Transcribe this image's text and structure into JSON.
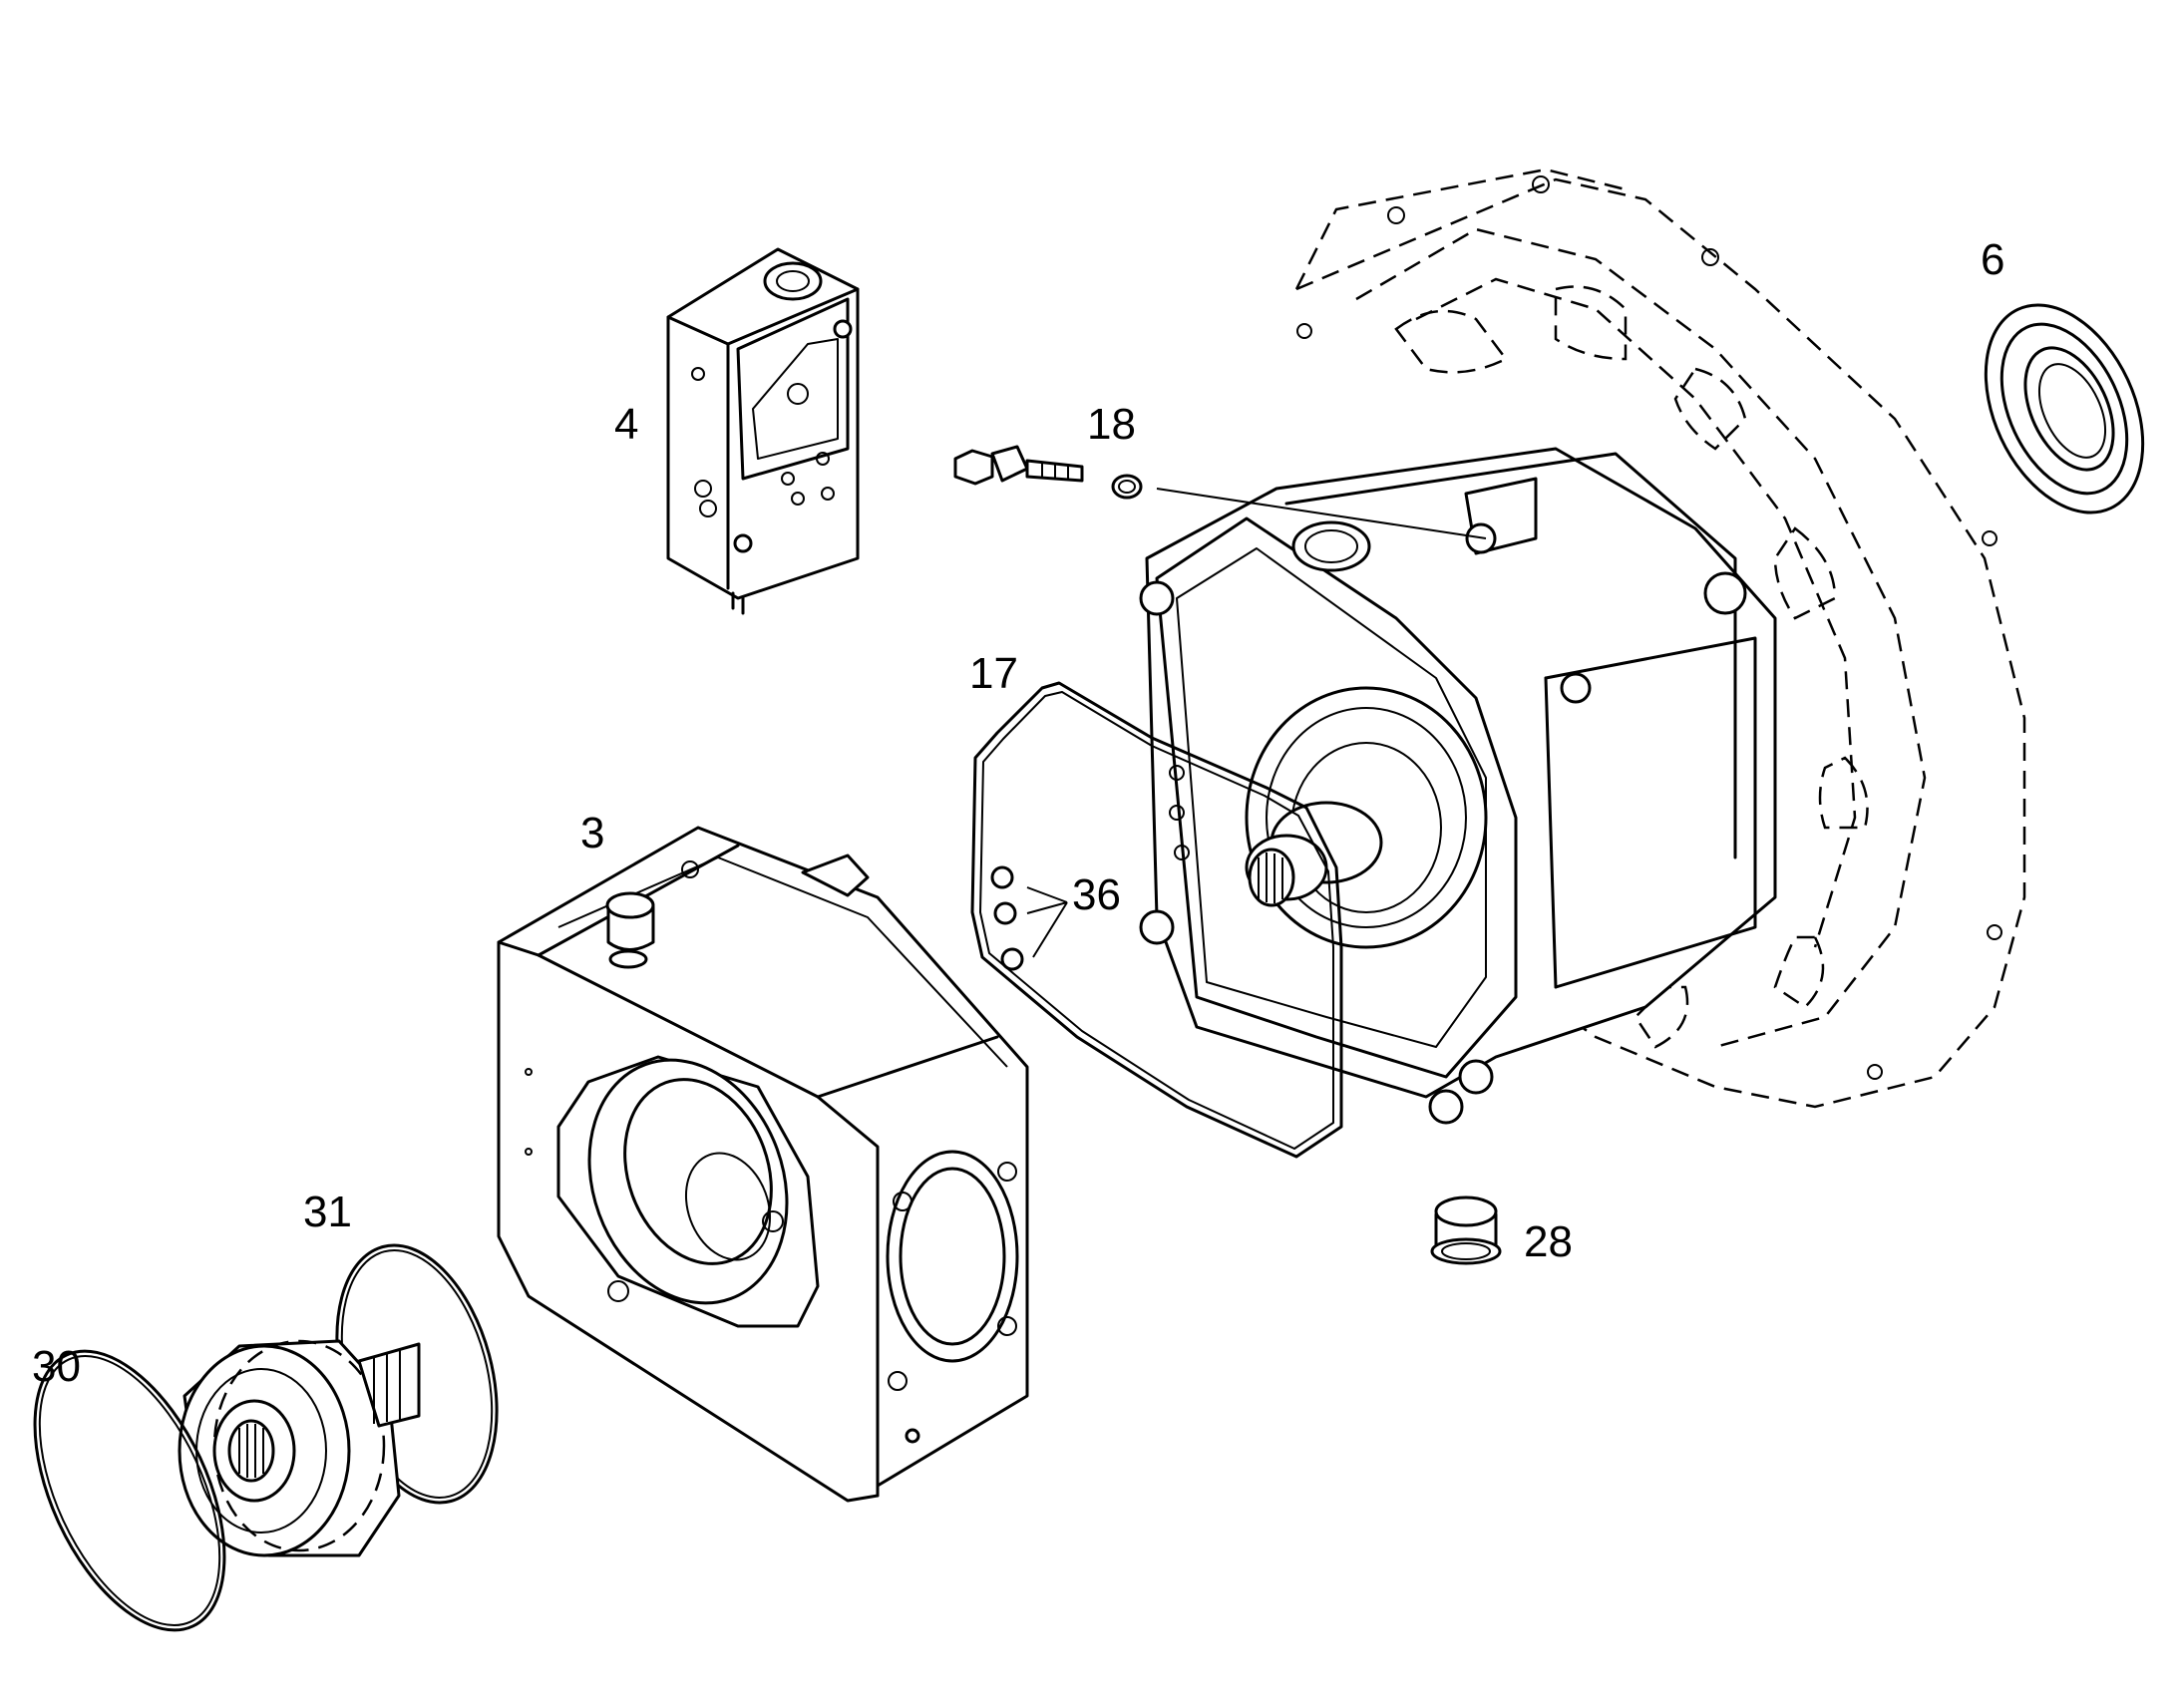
{
  "callouts": {
    "c6": "6",
    "c4": "4",
    "c18": "18",
    "c17": "17",
    "c36": "36",
    "c3": "3",
    "c28": "28",
    "c31": "31",
    "c30": "30"
  }
}
